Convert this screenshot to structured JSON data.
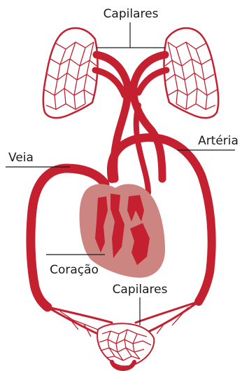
{
  "labels": {
    "capillaries_top": "Capilares",
    "artery": "Artéria",
    "vein": "Veia",
    "heart": "Coração",
    "capillaries_bottom": "Capilares"
  },
  "colors": {
    "vessel": "#c4202f",
    "heart": "#cc8580",
    "text": "#1a1a1a"
  }
}
